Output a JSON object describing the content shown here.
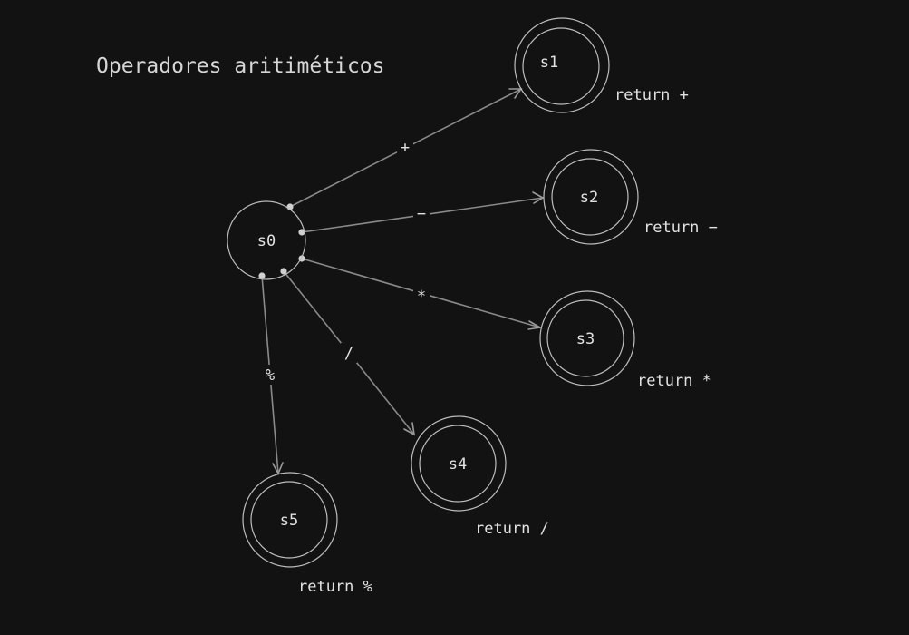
{
  "title": "Operadores aritiméticos",
  "start_state": "s0",
  "states": [
    {
      "id": "s1",
      "label": "s1",
      "return_text": "return +"
    },
    {
      "id": "s2",
      "label": "s2",
      "return_text": "return −"
    },
    {
      "id": "s3",
      "label": "s3",
      "return_text": "return *"
    },
    {
      "id": "s4",
      "label": "s4",
      "return_text": "return /"
    },
    {
      "id": "s5",
      "label": "s5",
      "return_text": "return %"
    }
  ],
  "transitions": [
    {
      "from": "s0",
      "to": "s1",
      "label": "+"
    },
    {
      "from": "s0",
      "to": "s2",
      "label": "−"
    },
    {
      "from": "s0",
      "to": "s3",
      "label": "*"
    },
    {
      "from": "s0",
      "to": "s4",
      "label": "/"
    },
    {
      "from": "s0",
      "to": "s5",
      "label": "%"
    }
  ],
  "colors": {
    "background": "#121212",
    "stroke": "#bdbdbd",
    "text": "#e2e2e2"
  }
}
